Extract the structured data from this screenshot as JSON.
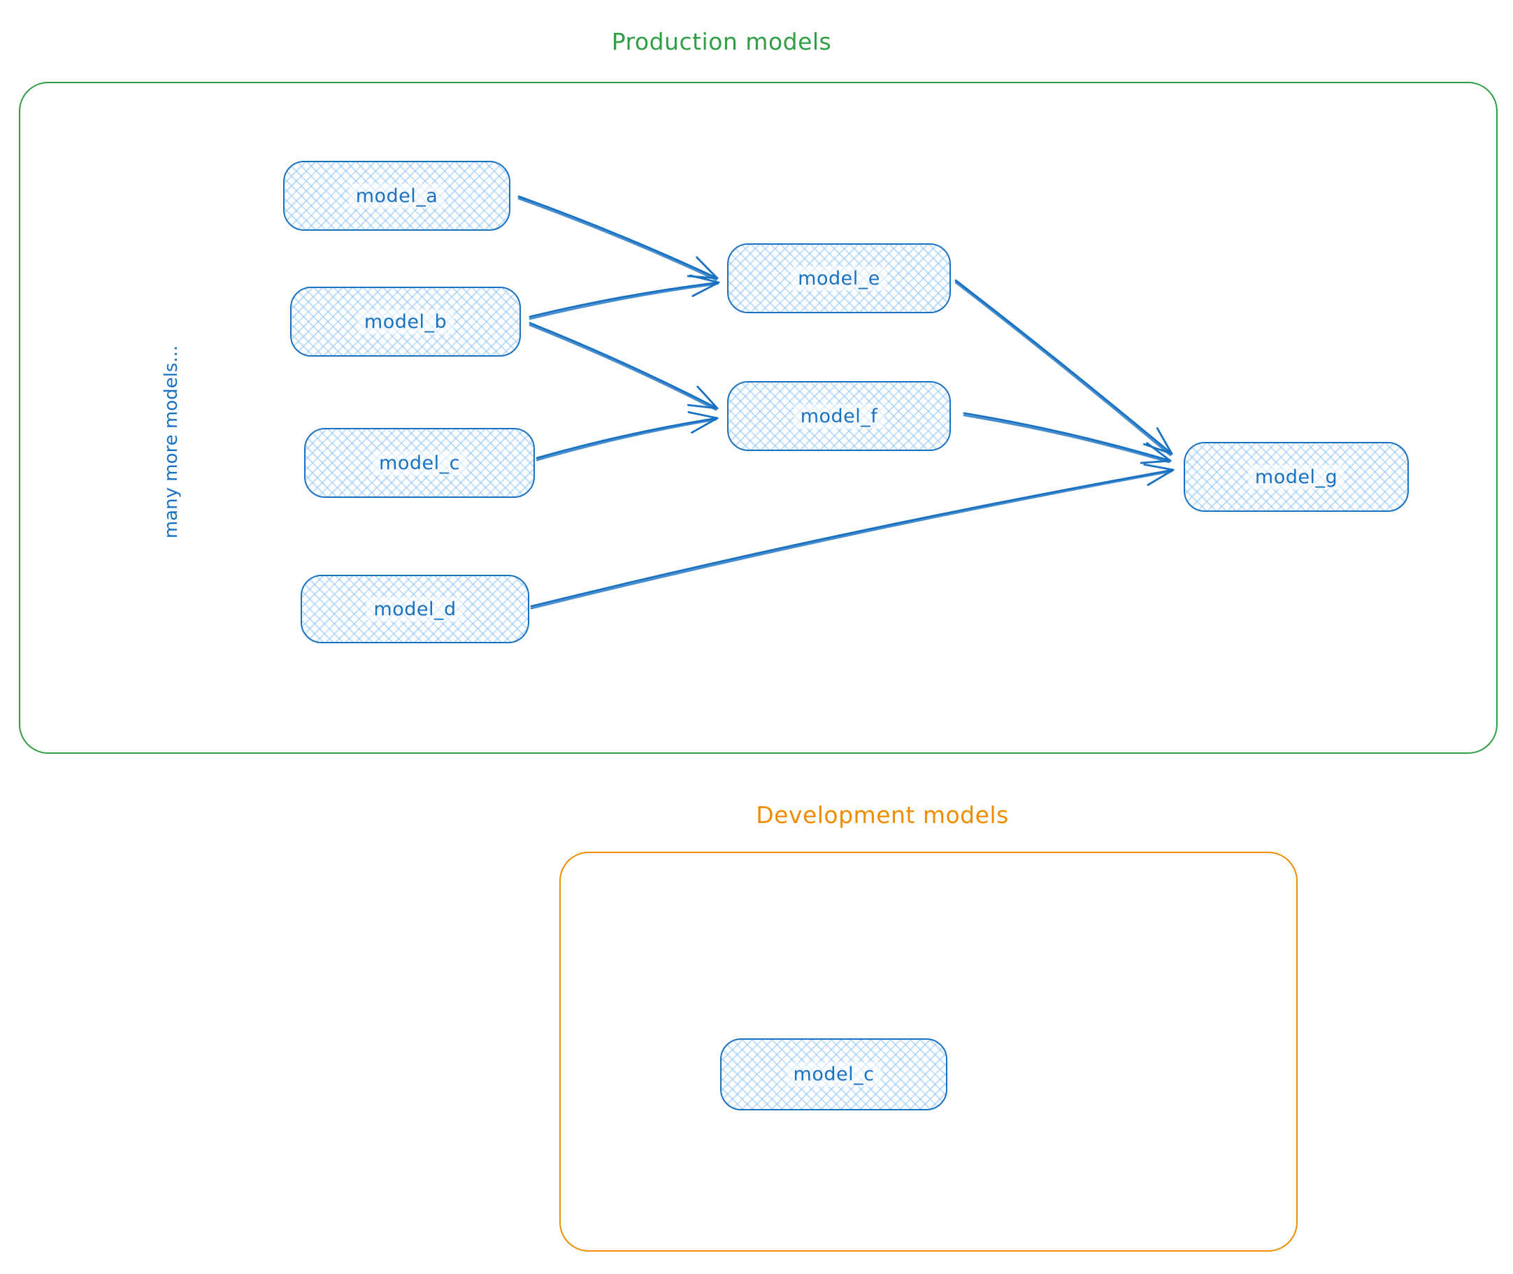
{
  "app": "whiteboard-diagram",
  "colors": {
    "production_border": "#2f9e44",
    "development_border": "#f08c00",
    "node_stroke": "#1971c2",
    "node_fill_hatch": "#a5d8ff",
    "label_text": "#1971c2"
  },
  "production": {
    "title": "Production models",
    "side_note": "many more models...",
    "nodes": [
      {
        "id": "model_a",
        "label": "model_a"
      },
      {
        "id": "model_b",
        "label": "model_b"
      },
      {
        "id": "model_c",
        "label": "model_c"
      },
      {
        "id": "model_d",
        "label": "model_d"
      },
      {
        "id": "model_e",
        "label": "model_e"
      },
      {
        "id": "model_f",
        "label": "model_f"
      },
      {
        "id": "model_g",
        "label": "model_g"
      }
    ]
  },
  "development": {
    "title": "Development models",
    "nodes": [
      {
        "id": "model_c_dev",
        "label": "model_c"
      }
    ]
  },
  "edges": [
    {
      "from": "model_a",
      "to": "model_e"
    },
    {
      "from": "model_b",
      "to": "model_e"
    },
    {
      "from": "model_b",
      "to": "model_f"
    },
    {
      "from": "model_c",
      "to": "model_f"
    },
    {
      "from": "model_e",
      "to": "model_g"
    },
    {
      "from": "model_f",
      "to": "model_g"
    },
    {
      "from": "model_d",
      "to": "model_g"
    }
  ]
}
